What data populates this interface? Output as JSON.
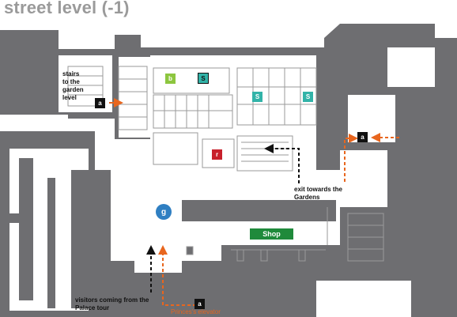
{
  "title": "street level (-1)",
  "labels": {
    "stairs": "stairs\nto the\ngarden\nlevel",
    "exit": "exit towards the\nGardens",
    "visitors": "visitors coming from the\nPalace tour",
    "elevator": "Princes's elevator",
    "shop": "Shop"
  },
  "badges": {
    "a": "a",
    "b": "b",
    "s": "S",
    "r": "r",
    "g": "g"
  },
  "colors": {
    "wall": "#6e6e71",
    "room_line": "#9a9a9a",
    "orange_arrow": "#e8661e",
    "black_arrow": "#111111",
    "green": "#8dc63f",
    "teal": "#32b3a8",
    "red": "#c8202b",
    "blue": "#2f7fc2",
    "shop": "#1f8a3b"
  }
}
